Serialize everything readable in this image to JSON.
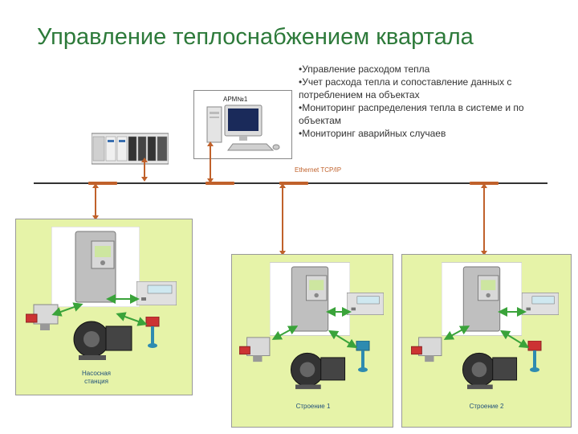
{
  "title": "Управление теплоснабжением квартала",
  "bullets": [
    "•Управление расходом тепла",
    "•Учет расхода тепла и сопоставление данных с потреблением на объектах",
    "•Мониторинг распределения тепла в системе и по объектам",
    "•Мониторинг аварийных случаев"
  ],
  "workstation_label": "АРМ№1",
  "network_label": "Ethernet TCP/IP",
  "zones": {
    "pump_station": "Насосная станция",
    "building1": "Строение 1",
    "building2": "Строение 2"
  },
  "colors": {
    "title": "#2d7a3a",
    "zone_fill": "#e6f3a8",
    "bus_connector": "#c0612b",
    "field_link": "#3aa33a"
  },
  "icons": [
    "plc-controller-icon",
    "workstation-pc-icon",
    "frequency-drive-icon",
    "controller-display-icon",
    "valve-actuator-icon",
    "pump-icon",
    "temperature-sensor-icon"
  ]
}
